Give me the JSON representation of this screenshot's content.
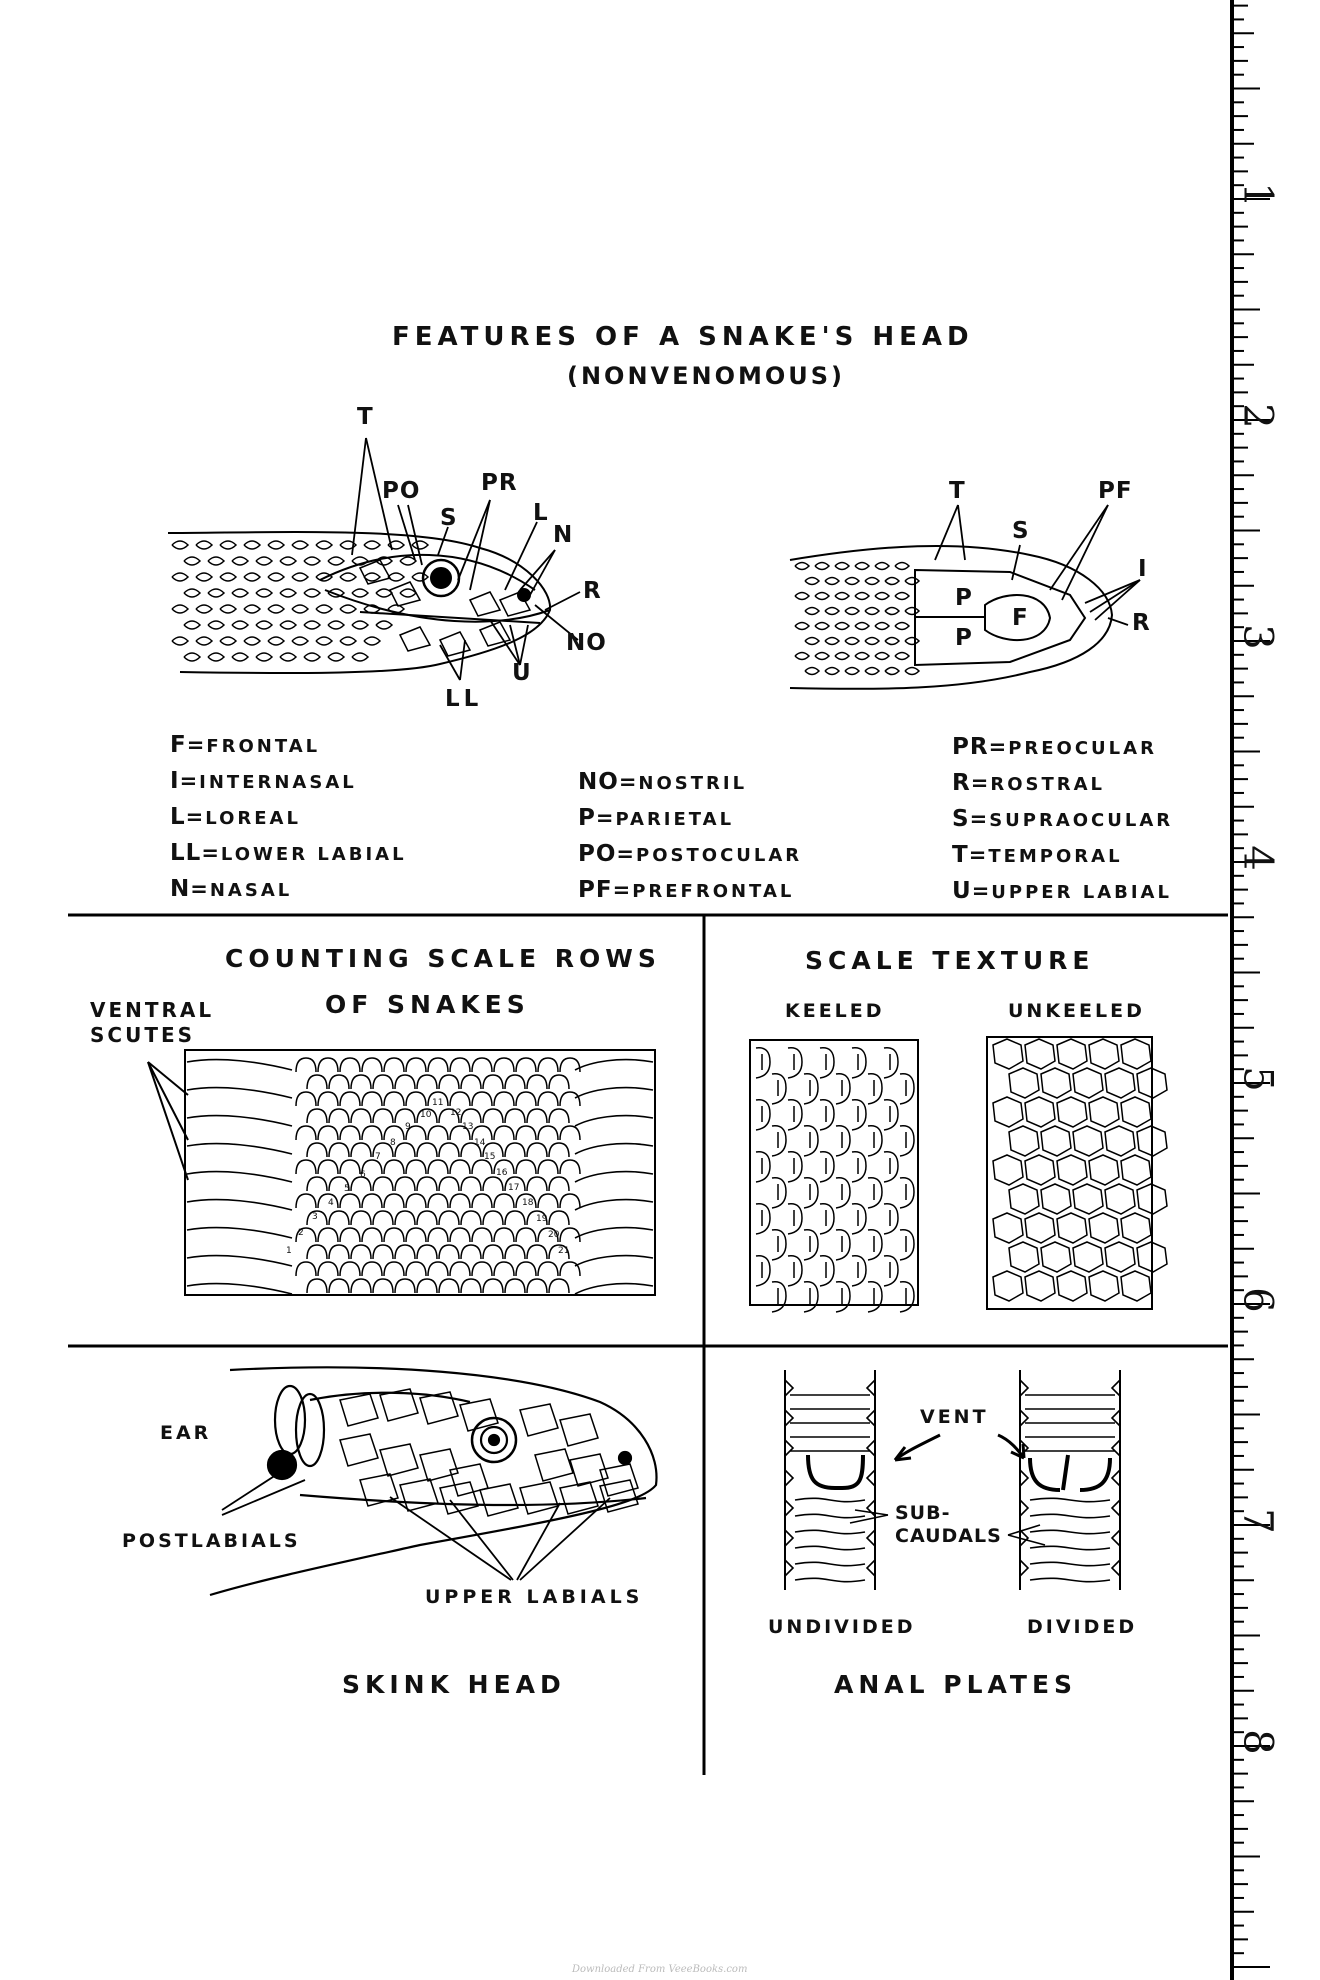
{
  "title": "FEATURES OF A SNAKE'S HEAD",
  "subtitle": "(NONVENOMOUS)",
  "side_view_callouts": [
    "T",
    "PO",
    "S",
    "PR",
    "L",
    "N",
    "R",
    "NO",
    "U",
    "LL"
  ],
  "top_view_callouts": [
    "T",
    "S",
    "PF",
    "I",
    "R",
    "P",
    "P",
    "F"
  ],
  "legend": {
    "col1": [
      {
        "abbr": "F",
        "sep": "=",
        "word": "FRONTAL"
      },
      {
        "abbr": "I",
        "sep": "=",
        "word": "INTERNASAL"
      },
      {
        "abbr": "L",
        "sep": "=",
        "word": "LOREAL"
      },
      {
        "abbr": "LL",
        "sep": "=",
        "word": "LOWER LABIAL"
      },
      {
        "abbr": "N",
        "sep": "=",
        "word": "NASAL"
      }
    ],
    "col2": [
      {
        "abbr": "NO",
        "sep": "=",
        "word": "NOSTRIL"
      },
      {
        "abbr": "P",
        "sep": "=",
        "word": "PARIETAL"
      },
      {
        "abbr": "PO",
        "sep": "=",
        "word": "POSTOCULAR"
      },
      {
        "abbr": "PF",
        "sep": "=",
        "word": "PREFRONTAL"
      }
    ],
    "col3": [
      {
        "abbr": "PR",
        "sep": "=",
        "word": "PREOCULAR"
      },
      {
        "abbr": "R",
        "sep": "=",
        "word": "ROSTRAL"
      },
      {
        "abbr": "S",
        "sep": "=",
        "word": "SUPRAOCULAR"
      },
      {
        "abbr": "T",
        "sep": "=",
        "word": "TEMPORAL"
      },
      {
        "abbr": "U",
        "sep": "=",
        "word": "UPPER LABIAL"
      }
    ]
  },
  "counting": {
    "title_line1": "COUNTING SCALE ROWS",
    "title_line2": "OF SNAKES",
    "ventral_line1": "VENTRAL",
    "ventral_line2": "SCUTES",
    "row_numbers": [
      "1",
      "2",
      "3",
      "4",
      "5",
      "6",
      "7",
      "8",
      "9",
      "10",
      "11",
      "12",
      "13",
      "14",
      "15",
      "16",
      "17",
      "18",
      "19",
      "20",
      "21"
    ]
  },
  "texture": {
    "title": "SCALE TEXTURE",
    "keeled": "KEELED",
    "unkeeled": "UNKEELED"
  },
  "skink": {
    "ear": "EAR",
    "postlabials": "POSTLABIALS",
    "upper_labials": "UPPER LABIALS",
    "caption": "SKINK HEAD"
  },
  "anal": {
    "vent": "VENT",
    "subcaudals_line1": "SUB-",
    "subcaudals_line2": "CAUDALS",
    "undivided": "UNDIVIDED",
    "divided": "DIVIDED",
    "caption": "ANAL PLATES"
  },
  "ruler_numbers": [
    "1",
    "2",
    "3",
    "4",
    "5",
    "6",
    "7",
    "8"
  ],
  "footer": "Downloaded From VeeeBooks.com"
}
